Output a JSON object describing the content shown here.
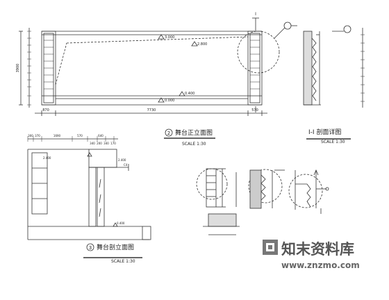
{
  "front_elevation": {
    "dims_top": [
      "870",
      "7730",
      "570"
    ],
    "height_total": "3900",
    "levels": [
      "3.000",
      "2.800",
      "0.400",
      "0.000"
    ],
    "section_marker": "I",
    "title_num": "2",
    "title": "舞台正立面图",
    "scale": "SCALE 1:30"
  },
  "detail_i": {
    "title": "I-I 剖面详图",
    "scale": "SCALE 1:30"
  },
  "section_elevation": {
    "dims_top": [
      "300",
      "370",
      "1690",
      "570",
      "640",
      "340",
      "200",
      "340",
      "170"
    ],
    "levels": [
      "2.400",
      "2.400",
      "0.400"
    ],
    "side_mark": "C4",
    "title_num": "3",
    "title": "舞台剖立面图",
    "scale": "SCALE 1:30"
  },
  "watermark": {
    "name": "知末资料库",
    "url": "www.znzmo.com"
  }
}
